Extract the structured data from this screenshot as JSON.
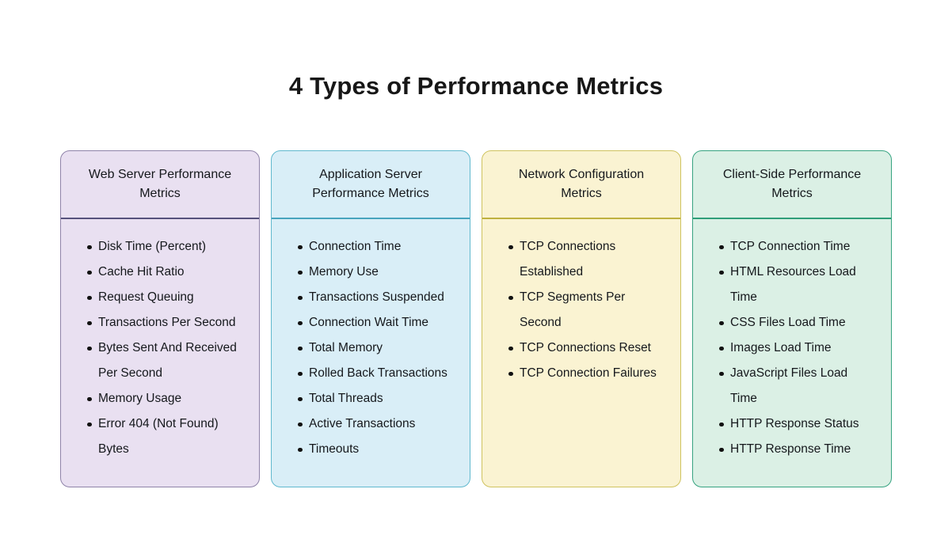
{
  "page": {
    "background": "#ffffff",
    "title": "4 Types of Performance Metrics"
  },
  "cards": [
    {
      "title": "Web Server Performance Metrics",
      "colors": {
        "background": "#e9e0f1",
        "border": "#8f83a9",
        "divider": "#56517c"
      },
      "items": [
        "Disk Time (Percent)",
        "Cache Hit Ratio",
        "Request Queuing",
        "Transactions Per Second",
        "Bytes Sent And Received Per Second",
        "Memory Usage",
        "Error 404 (Not Found) Bytes"
      ]
    },
    {
      "title": "Application Server Performance Metrics",
      "colors": {
        "background": "#d9eef7",
        "border": "#60b9ce",
        "divider": "#47a4bd"
      },
      "items": [
        "Connection Time",
        "Memory Use",
        "Transactions Suspended",
        "Connection Wait Time",
        "Total Memory",
        "Rolled Back Transactions",
        "Total Threads",
        "Active Transactions",
        "Timeouts"
      ]
    },
    {
      "title": "Network Configuration Metrics",
      "colors": {
        "background": "#faf3d2",
        "border": "#cfc35f",
        "divider": "#beb140"
      },
      "items": [
        "TCP Connections Established",
        "TCP Segments Per Second",
        "TCP Connections Reset",
        "TCP Connection Failures"
      ]
    },
    {
      "title": "Client-Side Performance Metrics",
      "colors": {
        "background": "#dbf0e5",
        "border": "#36a380",
        "divider": "#2f9e79"
      },
      "items": [
        "TCP Connection Time",
        "HTML Resources Load Time",
        "CSS Files Load Time",
        "Images Load Time",
        "JavaScript Files Load Time",
        "HTTP Response Status",
        "HTTP Response Time"
      ]
    }
  ]
}
